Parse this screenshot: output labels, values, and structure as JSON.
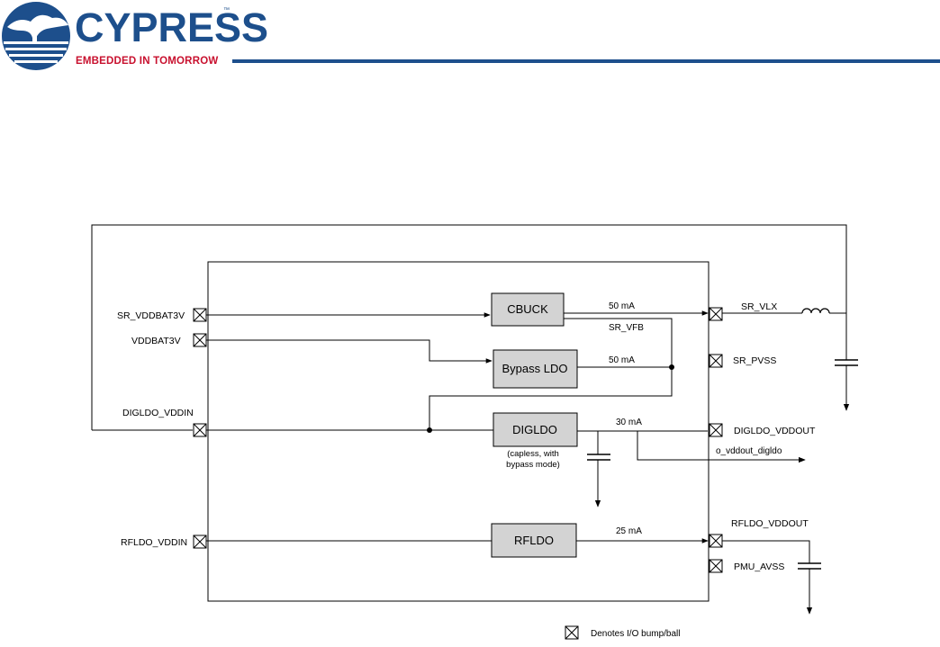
{
  "brand": {
    "name": "CYPRESS",
    "tagline": "EMBEDDED IN TOMORROW",
    "trademark": "™",
    "color_primary": "#1d4f8c",
    "color_accent": "#c8102e"
  },
  "diagram": {
    "blocks": {
      "cbuck": "CBUCK",
      "bypass_ldo": "Bypass LDO",
      "digldo": "DIGLDO",
      "digldo_note_1": "(capless, with",
      "digldo_note_2": "bypass mode)",
      "rfldo": "RFLDO"
    },
    "left_pins": {
      "sr_vddbat3v": "SR_VDDBAT3V",
      "vddbat3v": "VDDBAT3V",
      "digldo_vddin": "DIGLDO_VDDIN",
      "rfldo_vddin": "RFLDO_VDDIN"
    },
    "right_pins": {
      "sr_vlx": "SR_VLX",
      "sr_pvss": "SR_PVSS",
      "digldo_vddout": "DIGLDO_VDDOUT",
      "rfldo_vddout": "RFLDO_VDDOUT",
      "pmu_avss": "PMU_AVSS"
    },
    "signals": {
      "cbuck_current": "50 mA",
      "sr_vfb": "SR_VFB",
      "bypass_current": "50 mA",
      "digldo_current": "30 mA",
      "o_vddout": "o_vddout_digldo",
      "rfldo_current": "25 mA"
    },
    "legend": "Denotes I/O bump/ball",
    "block_fill": "#d3d3d3"
  }
}
